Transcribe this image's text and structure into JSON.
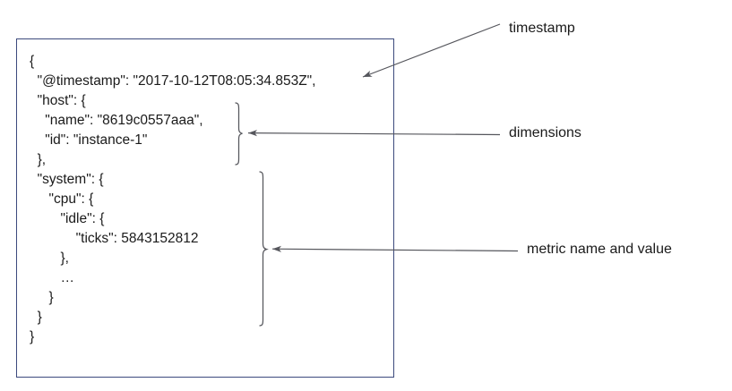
{
  "diagram": {
    "type": "annotated-json-document",
    "title": "",
    "box": {
      "border_color": "#3c4a7d",
      "background_color": "#ffffff"
    },
    "json_document": {
      "language": "json",
      "text": "{\n  \"@timestamp\": \"2017-10-12T08:05:34.853Z\",\n  \"host\": {\n    \"name\": \"8619c0557aaa\",\n    \"id\": \"instance-1\"\n  },\n  \"system\": {\n     \"cpu\": {\n        \"idle\": {\n            \"ticks\": 5843152812\n        },\n        …\n     }\n  }\n}",
      "lines": [
        "{",
        "  \"@timestamp\": \"2017-10-12T08:05:34.853Z\",",
        "  \"host\": {",
        "    \"name\": \"8619c0557aaa\",",
        "    \"id\": \"instance-1\"",
        "  },",
        "  \"system\": {",
        "     \"cpu\": {",
        "        \"idle\": {",
        "            \"ticks\": 5843152812",
        "        },",
        "        …",
        "     }",
        "  }",
        "}"
      ],
      "fields": {
        "timestamp_key": "@timestamp",
        "timestamp_value": "2017-10-12T08:05:34.853Z",
        "host_name_key": "name",
        "host_name_value": "8619c0557aaa",
        "host_id_key": "id",
        "host_id_value": "instance-1",
        "metric_key": "ticks",
        "metric_value": "5843152812"
      }
    },
    "annotations": [
      {
        "id": "timestamp",
        "label": "timestamp",
        "marker": "arrow",
        "points_to": "\"@timestamp\" line"
      },
      {
        "id": "dimensions",
        "label": "dimensions",
        "marker": "curly-brace-and-arrow",
        "points_to": "\"host\" object block"
      },
      {
        "id": "metric",
        "label": "metric name and value",
        "marker": "curly-brace-and-arrow",
        "points_to": "\"system\" object block"
      }
    ],
    "stroke_color": "#55565c"
  }
}
